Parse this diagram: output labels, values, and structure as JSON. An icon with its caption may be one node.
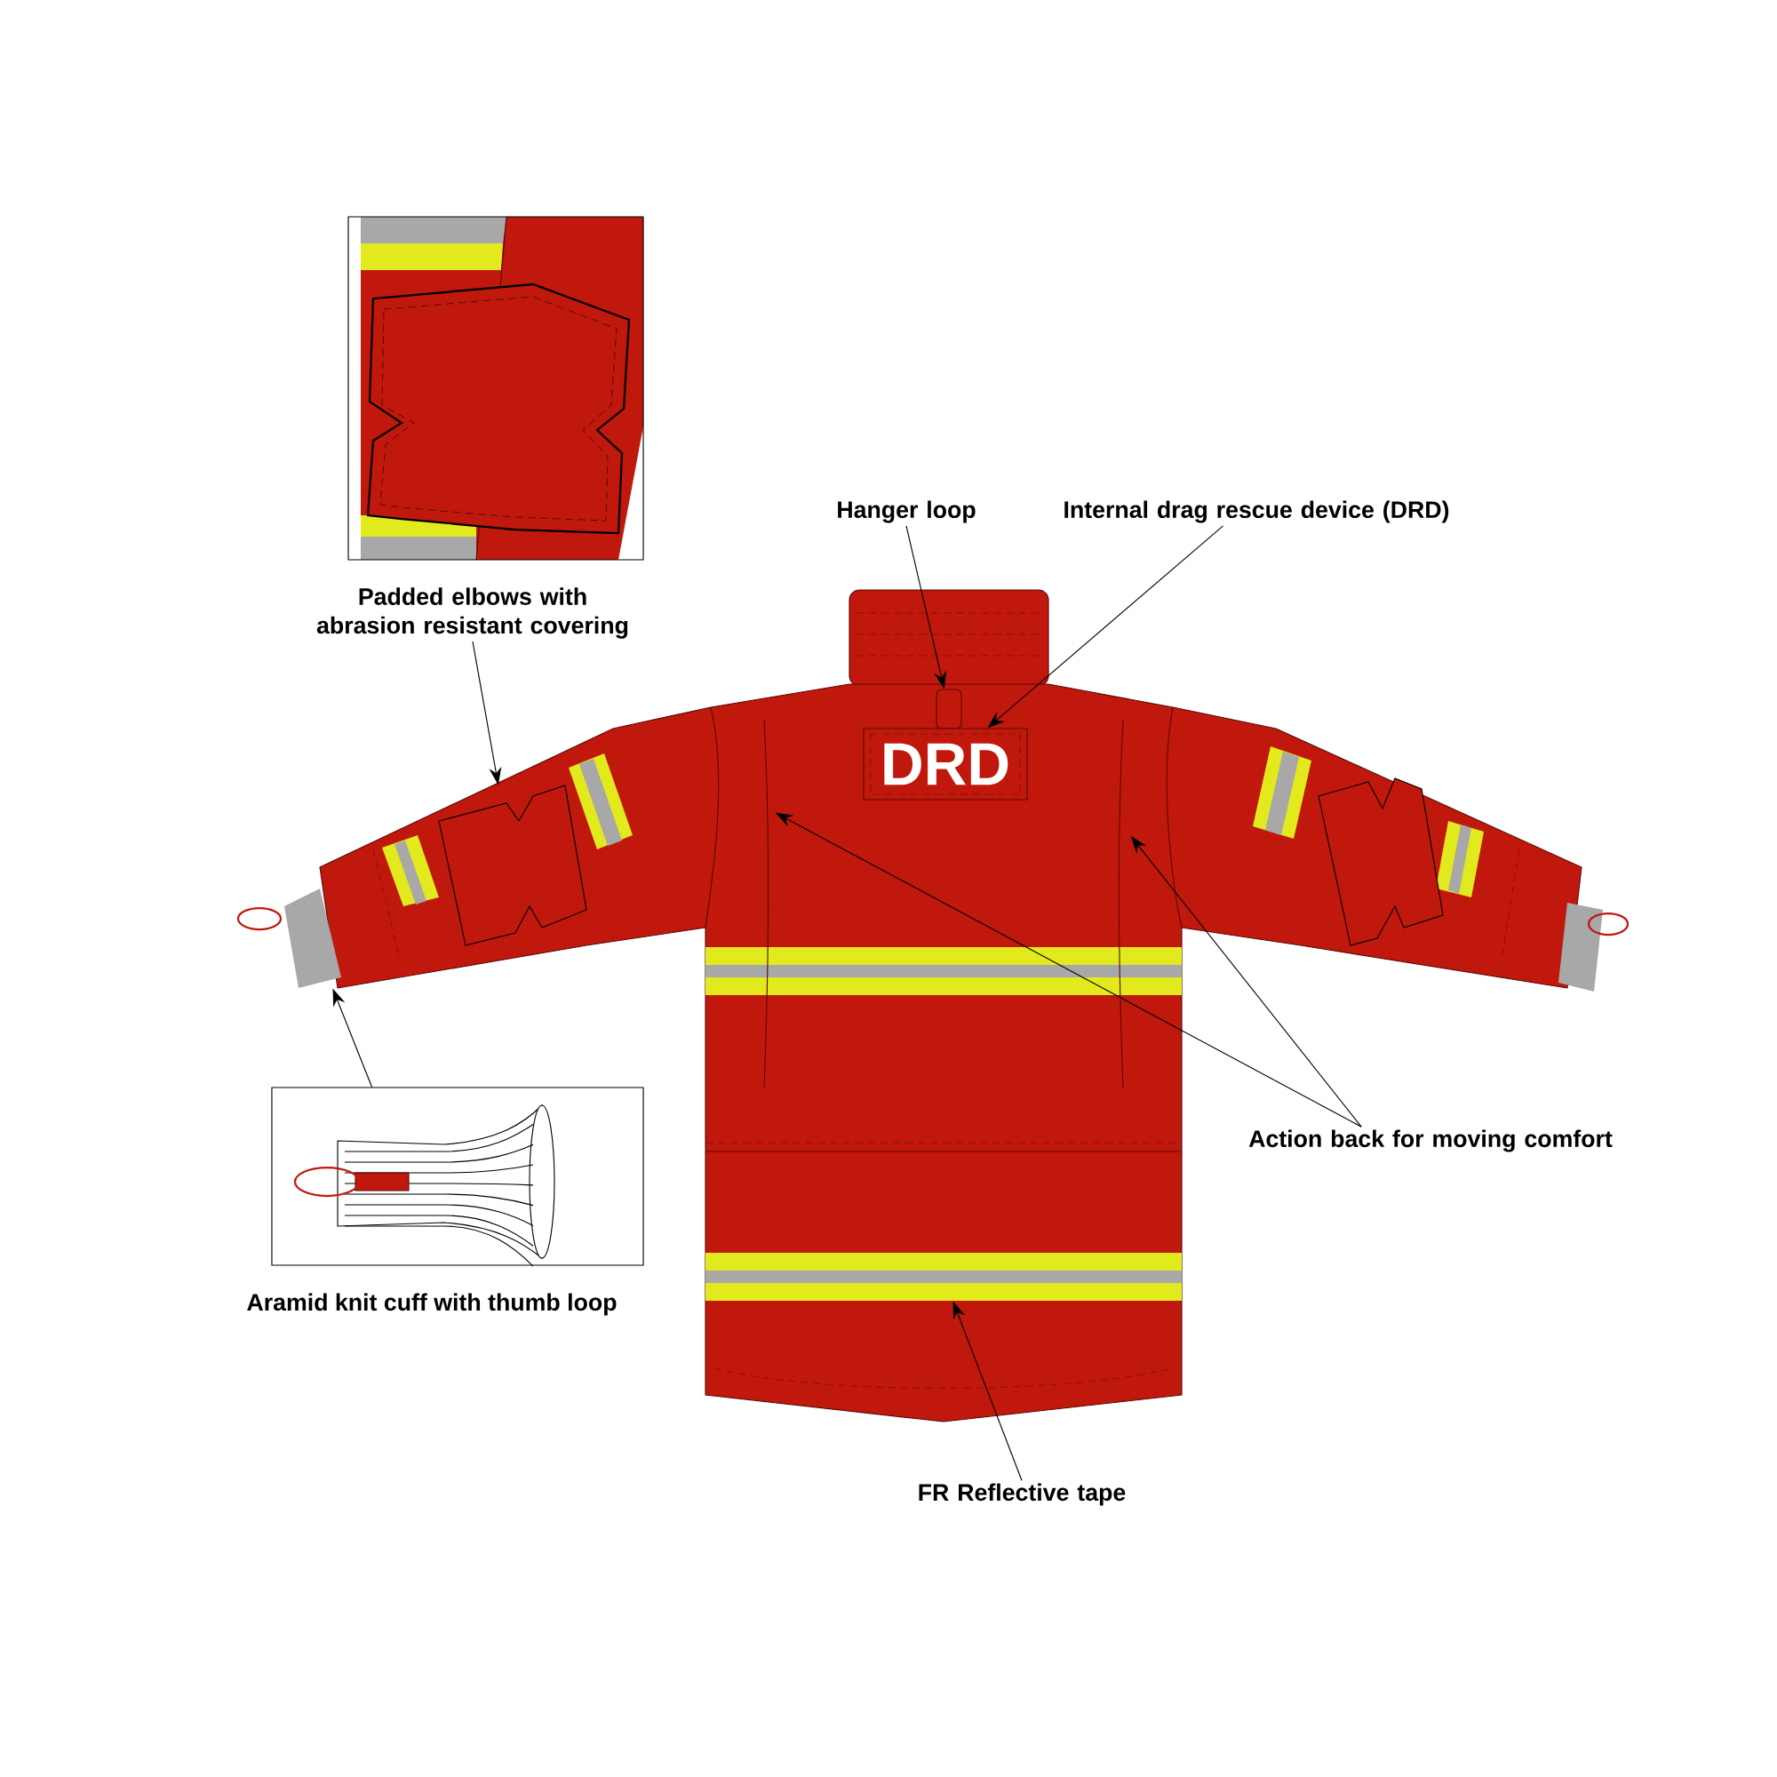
{
  "diagram": {
    "nodes": [
      {
        "text": [
          "Padded elbows with abrasion resistant covering"
        ]
      },
      {
        "text": [],
        "shape": "picture"
      },
      {
        "text": [
          "Hanger loop"
        ]
      },
      {
        "text": [],
        "shape": "box"
      },
      {
        "text": [
          "Internal drag rescue device (DRD)"
        ]
      },
      {
        "text": [
          "DRD"
        ]
      },
      {
        "text": [
          "Action back for moving comfort"
        ]
      },
      {
        "text": [],
        "shape": "picture"
      },
      {
        "text": [],
        "shape": "picture"
      },
      {
        "text": [
          "Aramid knit cuff with thumb loop"
        ]
      },
      {
        "text": [],
        "shape": "picture"
      },
      {
        "text": [
          "FR Reflective tape"
        ]
      },
      {
        "text": [],
        "shape": "picture"
      }
    ],
    "edges": [
      {
        "from": 0,
        "to": 1,
        "arrow": "to"
      },
      {
        "from": 2,
        "to": 3,
        "arrow": "to"
      },
      {
        "from": 4,
        "to": 5,
        "arrow": "to"
      },
      {
        "from": 6,
        "to": 7,
        "arrow": "to"
      },
      {
        "from": 6,
        "to": 8,
        "arrow": "to"
      },
      {
        "from": 9,
        "to": 10,
        "arrow": "to"
      },
      {
        "from": 11,
        "to": 12,
        "arrow": "to"
      }
    ]
  }
}
